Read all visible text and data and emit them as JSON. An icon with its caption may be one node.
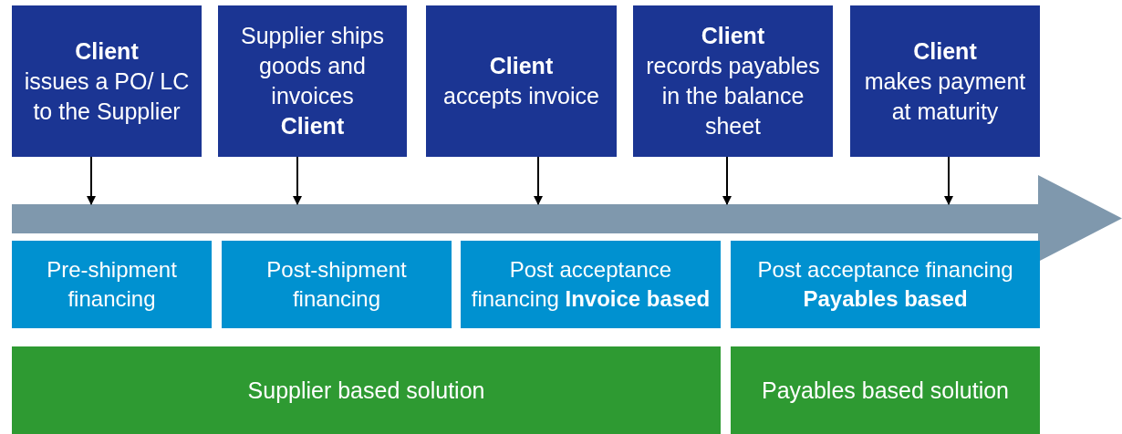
{
  "diagram": {
    "nodes": [
      {
        "text": [
          "**Client** issues a PO/ LC to the Supplier"
        ]
      },
      {
        "text": [
          "Supplier ships goods and invoices **Client**"
        ]
      },
      {
        "text": [
          "**Client** accepts invoice"
        ]
      },
      {
        "text": [
          "**Client** records payables in the balance sheet"
        ]
      },
      {
        "text": [
          "**Client** makes payment at maturity"
        ]
      },
      {
        "text": [],
        "shape": "arrow"
      },
      {
        "text": [
          "Pre-shipment financing"
        ]
      },
      {
        "text": [
          "Post-shipment financing"
        ]
      },
      {
        "text": [
          "Post acceptance financing **Invoice based**"
        ]
      },
      {
        "text": [
          "Post acceptance financing **Payables based**"
        ]
      },
      {
        "text": [
          "Supplier based solution"
        ]
      },
      {
        "text": [
          "Payables based solution"
        ]
      }
    ],
    "edges": [
      {
        "from": 0,
        "to": 5,
        "arrow": "to"
      },
      {
        "from": 1,
        "to": 5,
        "arrow": "to"
      },
      {
        "from": 2,
        "to": 5,
        "arrow": "to"
      },
      {
        "from": 3,
        "to": 5,
        "arrow": "to"
      },
      {
        "from": 4,
        "to": 5,
        "arrow": "to"
      }
    ]
  }
}
